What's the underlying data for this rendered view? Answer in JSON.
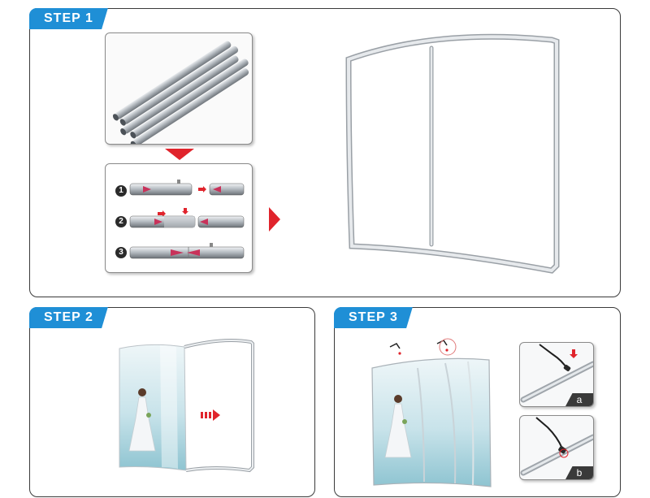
{
  "steps": {
    "step1": {
      "label": "STEP 1"
    },
    "step2": {
      "label": "STEP 2"
    },
    "step3": {
      "label": "STEP 3"
    }
  },
  "assembly": {
    "items": [
      {
        "number": "1"
      },
      {
        "number": "2"
      },
      {
        "number": "3"
      }
    ]
  },
  "details": {
    "a": {
      "label": "a"
    },
    "b": {
      "label": "b"
    }
  },
  "colors": {
    "tab_blue": "#1f8fd6",
    "arrow_red": "#e0242c",
    "frame_gray": "#cfd3d7",
    "pink_marker": "#c8325a"
  }
}
